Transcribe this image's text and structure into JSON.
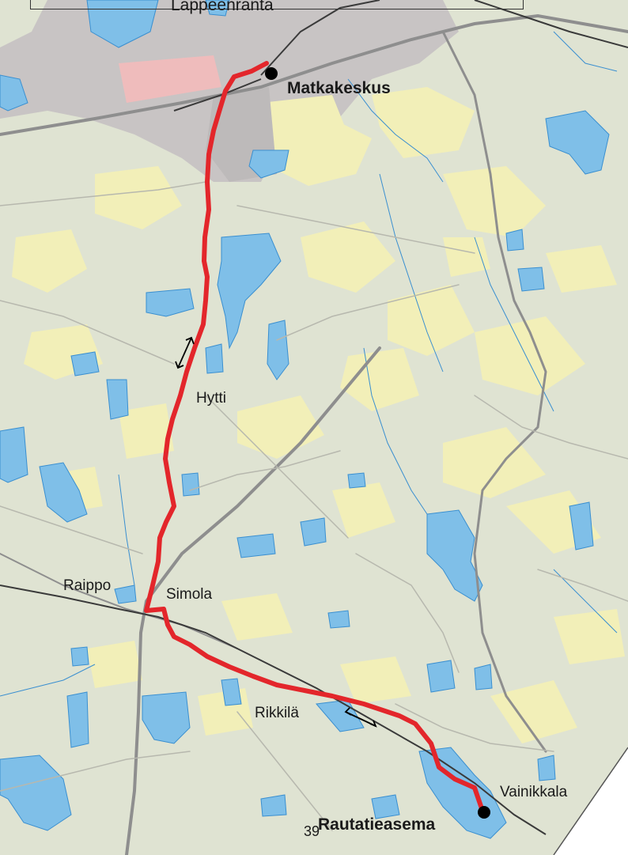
{
  "map": {
    "colors": {
      "land": "#dfe3d2",
      "urban": "#f2efb8",
      "built_area": "#c8c4c4",
      "industrial": "#efbcbc",
      "water": "#7fbfe8",
      "water_outline": "#3a8fd0",
      "road": "#8e8e8e",
      "minor_road": "#b7b8ae",
      "railway": "#3a3a3a",
      "route": "#e3262b",
      "station_marker": "#000000",
      "text": "#1a1a1a"
    },
    "route_arrows": [
      "double-arrow-icon",
      "double-arrow-icon"
    ]
  },
  "labels": {
    "city": "Lappeenranta",
    "station_north": "Matkakeskus",
    "hytti": "Hytti",
    "raippo": "Raippo",
    "simola": "Simola",
    "rikkila": "Rikkilä",
    "vainikkala": "Vainikkala",
    "station_south": "Rautatieasema"
  },
  "page_number": "39"
}
